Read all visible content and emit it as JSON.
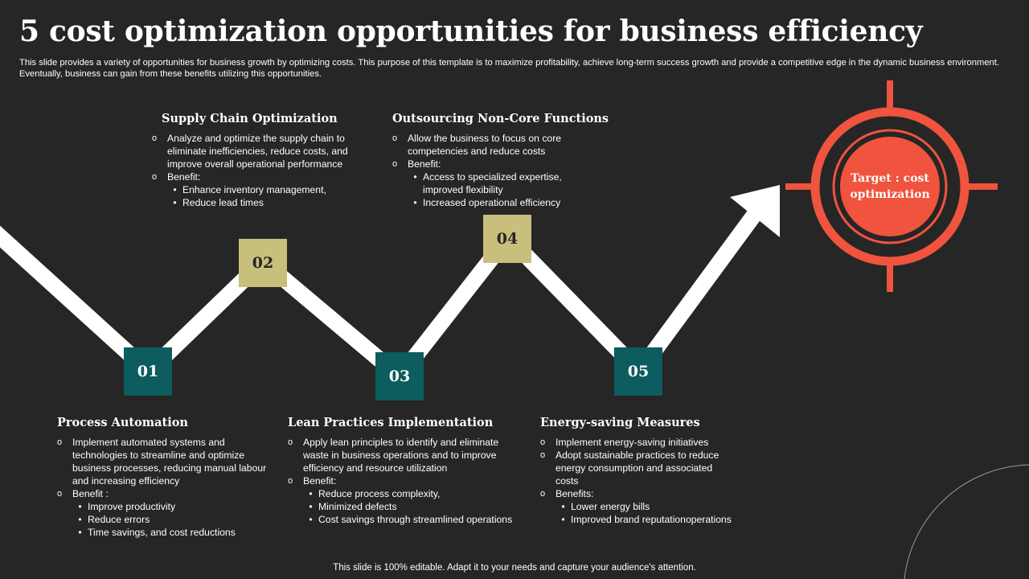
{
  "header": {
    "title": "5 cost optimization opportunities for business efficiency",
    "subtitle": "This slide provides a variety of opportunities for business growth by optimizing costs. This purpose of this template is to maximize profitability, achieve long-term success growth and provide a competitive edge in the dynamic business environment. Eventually, business can gain from these benefits utilizing this opportunities."
  },
  "target": {
    "label": "Target : cost optimization",
    "color": "#f0533e"
  },
  "colors": {
    "background": "#262626",
    "teal": "#0d5c5e",
    "khaki": "#c9bf7c",
    "accent": "#f0533e"
  },
  "steps": [
    {
      "number": "01",
      "title": "Process Automation",
      "items": [
        {
          "text": "Implement automated systems and technologies to streamline and optimize business processes, reducing manual labour and increasing efficiency"
        },
        {
          "text": "Benefit :",
          "sub": [
            "Improve productivity",
            "Reduce errors",
            "Time savings, and cost reductions"
          ]
        }
      ]
    },
    {
      "number": "02",
      "title": "Supply Chain Optimization",
      "items": [
        {
          "text": "Analyze and optimize the supply chain to eliminate inefficiencies, reduce costs, and improve overall operational performance"
        },
        {
          "text": "Benefit:",
          "sub": [
            "Enhance inventory management,",
            "Reduce lead times"
          ]
        }
      ]
    },
    {
      "number": "03",
      "title": "Lean Practices Implementation",
      "items": [
        {
          "text": "Apply lean principles to identify and eliminate waste in business operations and to improve efficiency and resource utilization"
        },
        {
          "text": "Benefit:",
          "sub": [
            "Reduce process complexity,",
            "Minimized defects",
            "Cost savings through streamlined operations"
          ]
        }
      ]
    },
    {
      "number": "04",
      "title": "Outsourcing Non-Core Functions",
      "items": [
        {
          "text": "Allow the business to focus on core competencies and reduce costs"
        },
        {
          "text": "Benefit:",
          "sub": [
            "Access to specialized expertise, improved flexibility",
            "Increased operational efficiency"
          ]
        }
      ]
    },
    {
      "number": "05",
      "title": "Energy-saving Measures",
      "items": [
        {
          "text": "Implement energy-saving initiatives"
        },
        {
          "text": "Adopt sustainable practices to reduce energy consumption and associated costs"
        },
        {
          "text": "Benefits:",
          "sub": [
            "Lower energy bills",
            "Improved brand reputationoperations"
          ]
        }
      ]
    }
  ],
  "footer": {
    "text": "This slide is 100% editable. Adapt it to your needs and capture your audience's attention."
  }
}
